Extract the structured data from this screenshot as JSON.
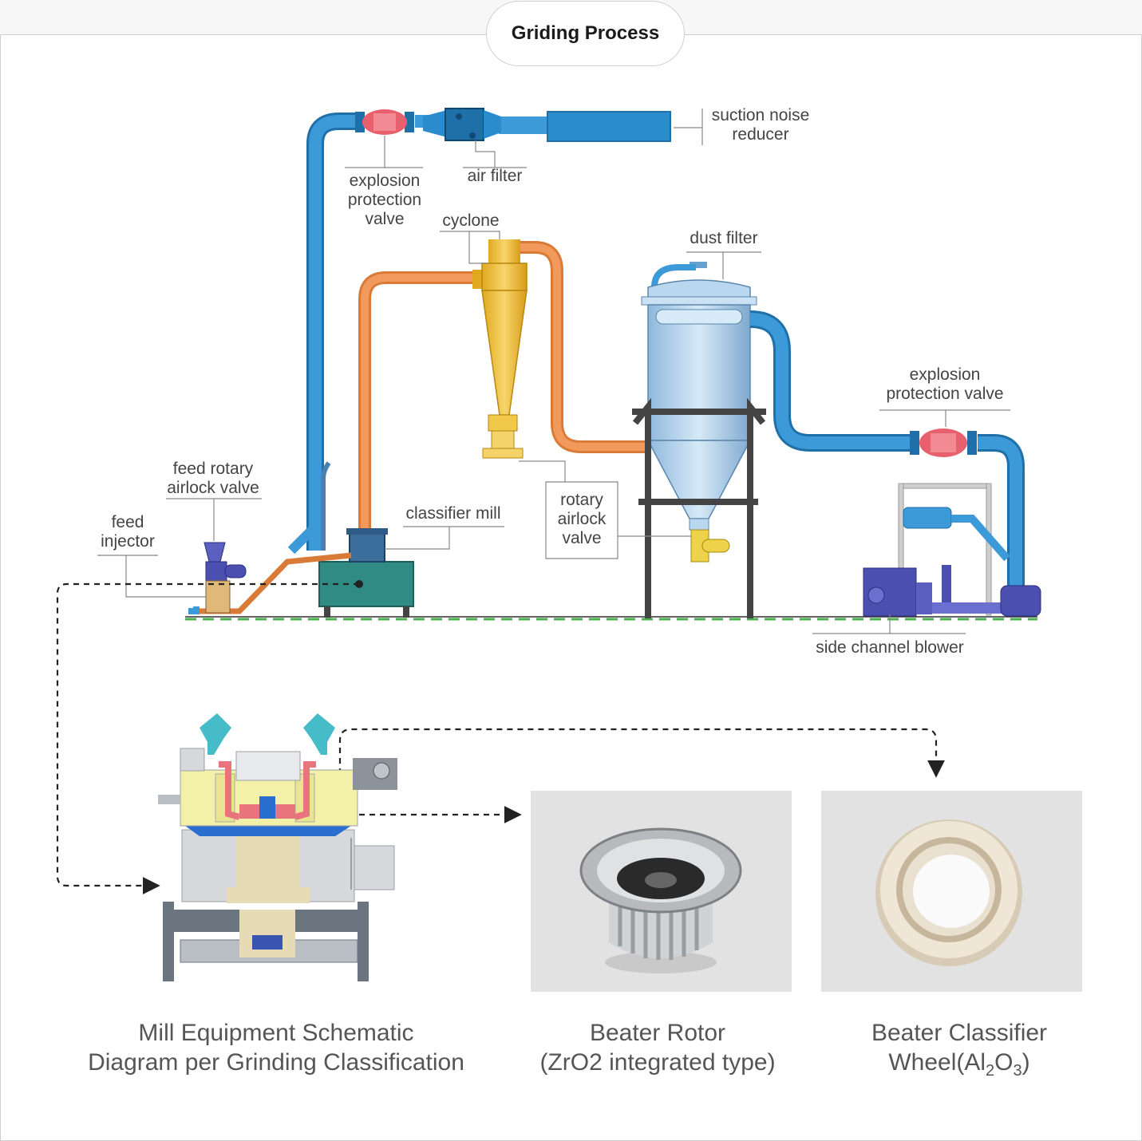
{
  "title": "Griding Process",
  "labels": {
    "suction_noise_reducer": "suction noise\nreducer",
    "air_filter": "air filter",
    "explosion_valve_top": "explosion\nprotection\nvalve",
    "cyclone": "cyclone",
    "dust_filter": "dust filter",
    "explosion_valve_right": "explosion\nprotection valve",
    "feed_rotary_airlock_valve": "feed rotary\nairlock valve",
    "feed_injector": "feed\ninjector",
    "classifier_mill": "classifier mill",
    "rotary_airlock_valve": "rotary\nairlock\nvalve",
    "side_channel_blower": "side channel blower"
  },
  "captions": {
    "mill_schematic": "Mill Equipment Schematic\nDiagram per Grinding Classification",
    "beater_rotor": "Beater Rotor\n(ZrO2 integrated type)",
    "classifier_wheel_prefix": "Beater Classifier\nWheel(Al",
    "classifier_wheel_sub1": "2",
    "classifier_wheel_mid": "O",
    "classifier_wheel_sub2": "3",
    "classifier_wheel_suffix": ")"
  },
  "colors": {
    "blue_pipe": "#2a8ccc",
    "orange_pipe": "#ef8f4a",
    "cyclone": "#f1c033",
    "filter_body": "#a9cde8",
    "valve_red": "#e8606d",
    "mill_base": "#2f8b84",
    "blower": "#4a4fb0",
    "ground_dash": "#4caf50"
  }
}
